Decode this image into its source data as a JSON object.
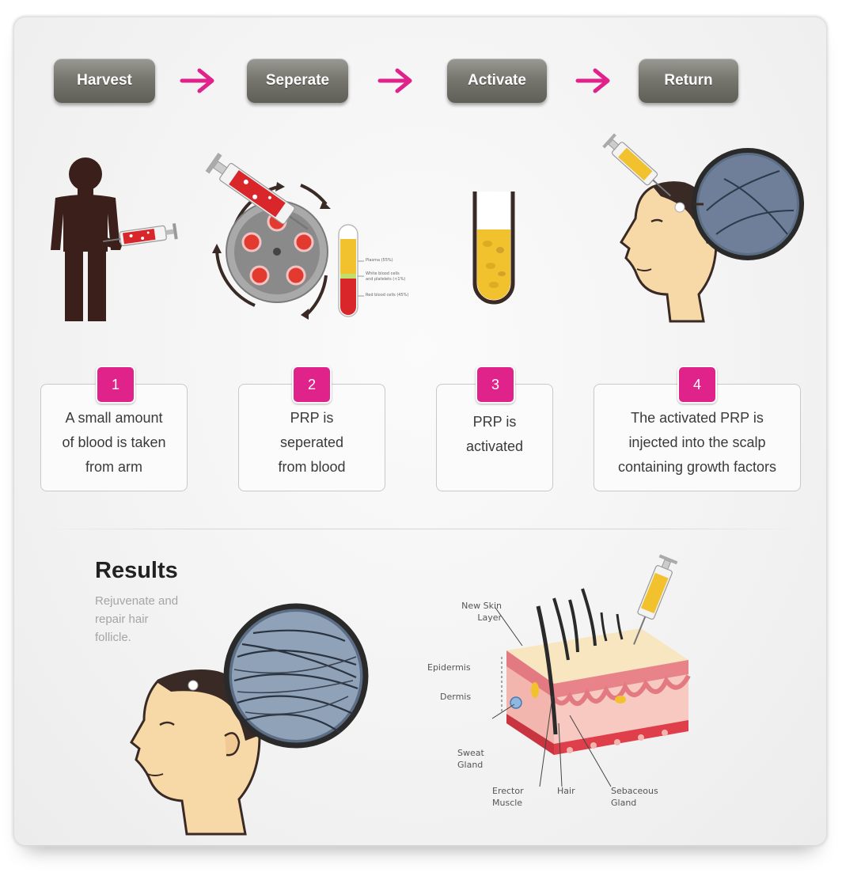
{
  "steps": [
    {
      "label": "Harvest"
    },
    {
      "label": "Seperate"
    },
    {
      "label": "Activate"
    },
    {
      "label": "Return"
    }
  ],
  "descriptions": [
    {
      "number": "1",
      "lines": [
        "A small amount",
        "of blood is taken",
        "from arm"
      ]
    },
    {
      "number": "2",
      "lines": [
        "PRP is",
        "seperated",
        "from blood"
      ]
    },
    {
      "number": "3",
      "lines": [
        "PRP is",
        "activated"
      ]
    },
    {
      "number": "4",
      "lines": [
        "The activated PRP is",
        "injected into the scalp",
        "containing growth factors"
      ]
    }
  ],
  "results": {
    "title": "Results",
    "subtitle_lines": [
      "Rejuvenate  and",
      "repair hair",
      "follicle."
    ]
  },
  "skin_labels": {
    "new_skin_layer": [
      "New Skin",
      "Layer"
    ],
    "epidermis": "Epidermis",
    "dermis": "Dermis",
    "sweat_gland": [
      "Sweat",
      "Gland"
    ],
    "erector_muscle": [
      "Erector",
      "Muscle"
    ],
    "hair": "Hair",
    "sebaceous_gland": [
      "Sebaceous",
      "Gland"
    ]
  },
  "tube_labels": [
    "Plasma (55%)",
    "White blood cells",
    "and platelets (<1%)",
    "Red blood cells (45%)"
  ],
  "colors": {
    "accent": "#e0238b",
    "button": "#77776f",
    "blood": "#d9262b",
    "plasma": "#f2c22e",
    "skin": "#f7d9a8"
  }
}
